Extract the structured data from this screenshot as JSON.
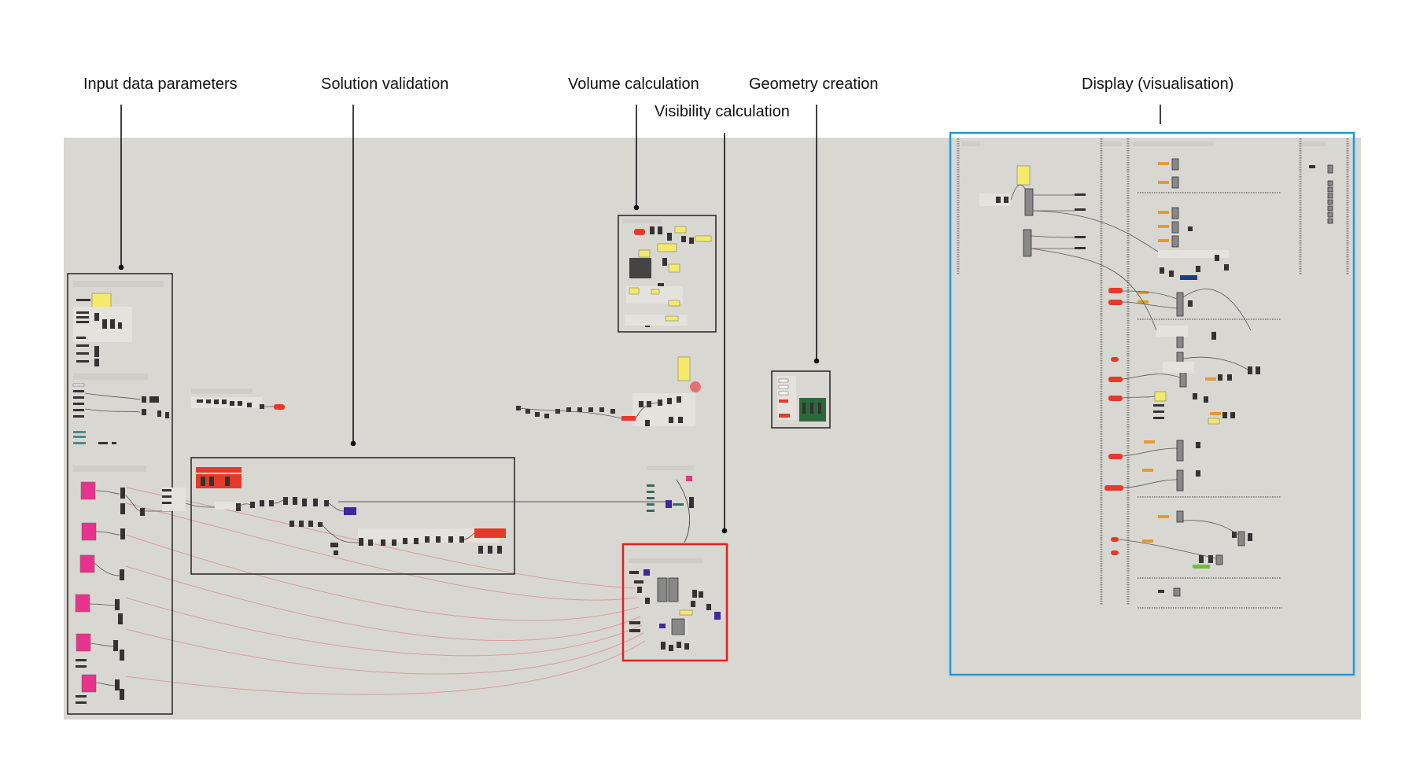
{
  "annotations": {
    "input_data_parameters": "Input data parameters",
    "solution_validation": "Solution validation",
    "volume_calculation": "Volume calculation",
    "geometry_creation": "Geometry creation",
    "visibility_calculation": "Visibility calculation",
    "display_visualisation": "Display (visualisation)"
  },
  "colors": {
    "canvas": "#d9d7d1",
    "frame": "#222222",
    "visibility_frame": "#e02020",
    "display_frame": "#1e9ad6",
    "param_pink": "#e8338c",
    "panel_yellow": "#f5e96a",
    "component_red": "#e53a2a",
    "wire_pink": "#d88f8f"
  }
}
